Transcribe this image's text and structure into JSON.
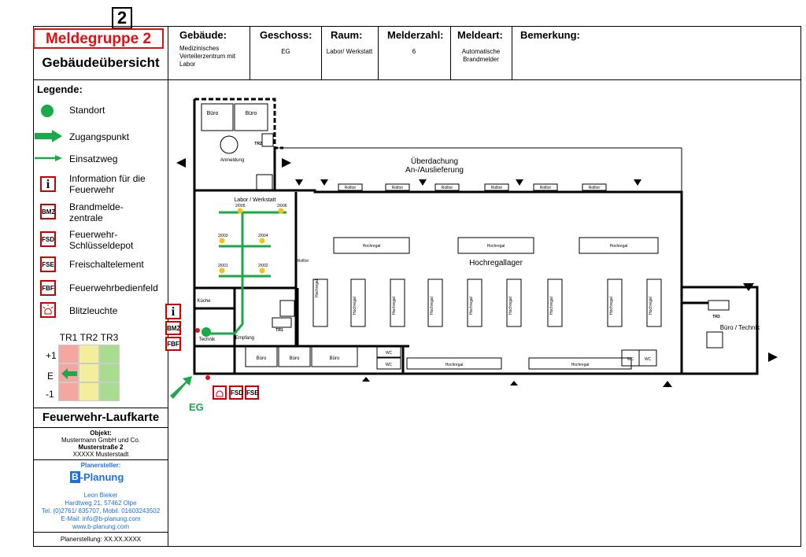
{
  "page_number": "2",
  "header": {
    "meldegruppe": "Meldegruppe 2",
    "subtitle": "Gebäudeübersicht",
    "columns": [
      {
        "label": "Gebäude:",
        "value": "Medizinisches Verteilerzentrum mit Labor"
      },
      {
        "label": "Geschoss:",
        "value": "EG"
      },
      {
        "label": "Raum:",
        "value": "Labor/ Werkstatt"
      },
      {
        "label": "Melderzahl:",
        "value": "6"
      },
      {
        "label": "Meldeart:",
        "value": "Automatische Brandmelder"
      },
      {
        "label": "Bemerkung:",
        "value": ""
      }
    ]
  },
  "legend": {
    "title": "Legende:",
    "items": [
      {
        "icon": "standort-icon",
        "label": "Standort"
      },
      {
        "icon": "zugangspunkt-icon",
        "label": "Zugangspunkt"
      },
      {
        "icon": "einsatzweg-icon",
        "label": "Einsatzweg"
      },
      {
        "icon": "info-icon",
        "glyph": "i",
        "label": "Information für die Feuerwehr"
      },
      {
        "icon": "bmz-icon",
        "glyph": "BMZ",
        "label": "Brandmelde- zentrale"
      },
      {
        "icon": "fsd-icon",
        "glyph": "FSD",
        "label": "Feuerwehr- Schlüsseldepot"
      },
      {
        "icon": "fse-icon",
        "glyph": "FSE",
        "label": "Freischaltelement"
      },
      {
        "icon": "fbf-icon",
        "glyph": "FBF",
        "label": "Feuerwehrbedienfeld"
      },
      {
        "icon": "blitzleuchte-icon",
        "label": "Blitzleuchte"
      }
    ],
    "stair_table": {
      "columns": [
        "TR1",
        "TR2",
        "TR3"
      ],
      "rows": [
        "+1",
        "E",
        "-1"
      ],
      "colors": {
        "red": "#f4a6a0",
        "yellow": "#f2ee9c",
        "green": "#a8dd90"
      }
    }
  },
  "laufkarte": {
    "title": "Feuerwehr-Laufkarte",
    "objekt_label": "Objekt:",
    "objekt_name": "Mustermann GmbH und Co.",
    "objekt_street": "Musterstraße 2",
    "objekt_city": "XXXXX Musterstadt",
    "planer_label": "Planersteller:",
    "planer_logo": "-Planung",
    "planer_logo_mark": "B",
    "planer_name": "Leon Bieker",
    "planer_address": "Hardtweg 21, 57462 Olpe",
    "planer_phone": "Tel. (0)2761/ 835707, Mobil. 01603243502",
    "planer_email": "E-Mail: info@b-planung.com",
    "planer_web": "www.b-planung.com",
    "erstellung": "Planerstellung: XX.XX.XXXX"
  },
  "plan": {
    "floor_label": "EG",
    "rooms": {
      "buero1": "Büro",
      "buero2": "Büro",
      "anmeldung": "Anmeldung",
      "ueberdachung": "Überdachung",
      "anlieferung": "An-/Auslieferung",
      "labor": "Labor / Werkstatt",
      "hochregallager": "Hochregallager",
      "kueche": "Küche",
      "technik": "Technik",
      "empfang": "Empfang",
      "buero3": "Büro",
      "buero4": "Büro",
      "buero5": "Büro",
      "wc": "WC",
      "buero_technik": "Büro / Technik",
      "tr1": "TR1",
      "tr2": "TR2",
      "tr3": "TR3",
      "rolltor": "Rolltor",
      "hochregal": "Hochregal"
    },
    "detectors": [
      "2/005",
      "2/006",
      "2/003",
      "2/004",
      "2/001",
      "2/002"
    ],
    "access_labels": {
      "fsd": "FSD",
      "fse": "FSE",
      "bmz": "BMZ",
      "fbf": "FBF",
      "info": "i"
    },
    "colors": {
      "green": "#1aaa4a",
      "red": "#d11",
      "detector": "#f2c21a",
      "wall": "#000"
    }
  }
}
